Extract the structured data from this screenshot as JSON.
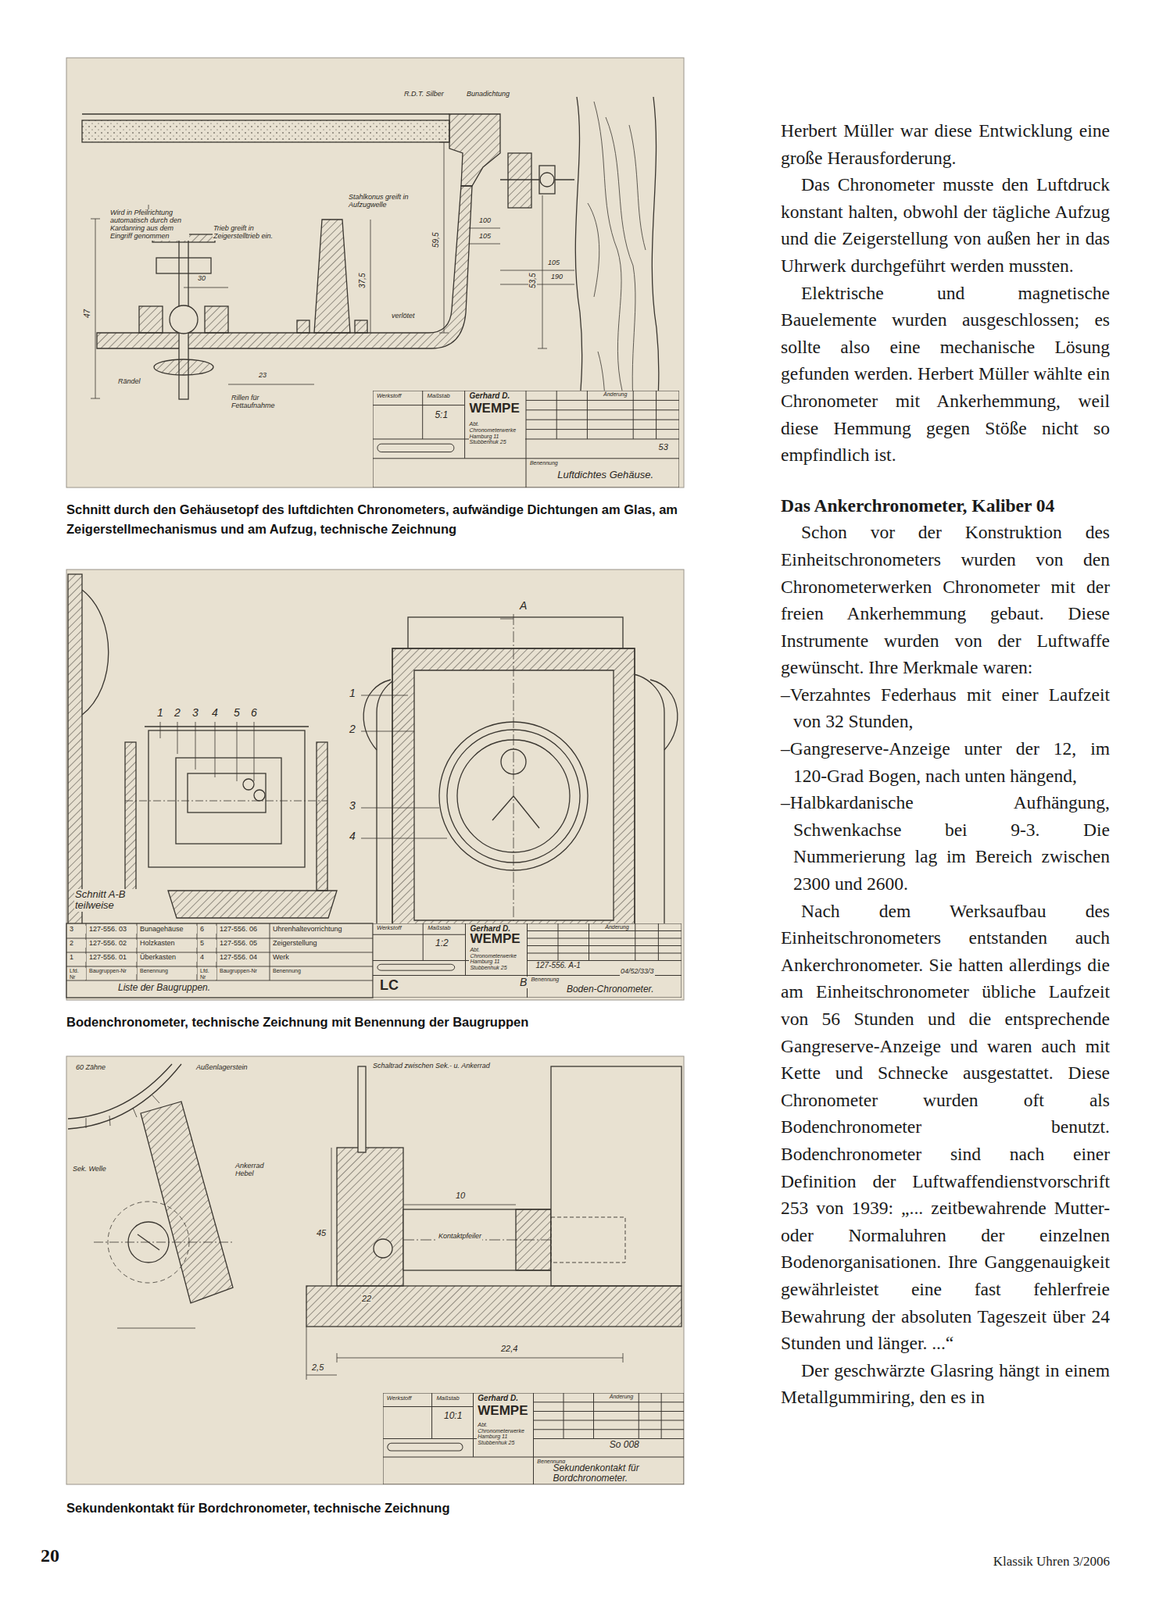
{
  "diagram": {
    "labels": [
      "Herbert Müller war diese Entwicklung eine große Herausforderung.",
      "Das Chronometer musste den Luftdruck konstant halten, obwohl der tägliche Aufzug und die Zeigerstellung von außen her in das Uhrwerk durchgeführt werden mussten.",
      "Elektrische und magnetische Bauelemente wurden ausgeschlossen; es sollte also eine mechanische Lösung gefunden werden. Herbert Müller wählte ein Chronometer mit Ankerhemmung, weil diese Hemmung gegen Stöße nicht so empfindlich ist.",
      "Das Ankerchronometer, Kaliber 04",
      "Schon vor der Konstruktion des Einheitschronometers wurden von den Chronometerwerken Chronometer mit der freien Ankerhemmung gebaut. Diese Instrumente wurden von der Luftwaffe gewünscht. Ihre Merkmale waren:",
      "–Verzahntes Federhaus mit einer Laufzeit von 32 Stunden,",
      "–Gangreserve-Anzeige unter der 12, im 120-Grad Bogen, nach unten hängend,",
      "–Halbkardanische Aufhängung, Schwenkachse bei 9-3. Die Nummerierung lag im Bereich zwischen 2300 und 2600.",
      "Nach dem Werksaufbau des Einheitschronometers entstanden auch Ankerchronometer. Sie hatten allerdings die am Einheitschronometer übliche Laufzeit von 56 Stunden und die entsprechende Gangreserve-Anzeige und waren auch mit Kette und Schnecke ausgestattet. Diese Chronometer wurden oft als Bodenchronometer benutzt. Bodenchronometer sind nach einer Definition der Luftwaffendienstvorschrift 253 von 1939: „... zeitbewahrende Mutter- oder Normaluhren der einzelnen Bodenorganisationen. Ihre Ganggenauigkeit gewährleistet eine fast fehlerfreie Bewahrung der absoluten Tageszeit über 24 Stunden und länger. ...“",
      "Der geschwärzte Glasring hängt in einem Metallgummiring, den es in",
      "Schnitt durch den Gehäusetopf des luftdichten Chronometers, aufwändige Dichtungen am Glas, am Zeigerstellmechanismus und am Aufzug, technische Zeichnung",
      "Bodenchronometer, technische Zeichnung mit Benennung der Baugruppen",
      "Sekundenkontakt für Bordchronometer, technische Zeichnung",
      "20",
      "Klassik Uhren 3/2006",
      "R.D.T. Silber",
      "Bunadichtung",
      "Wird in Pfeilrichtung automatisch durch den Kardanring aus dem Eingriff genommen",
      "Trieb greift in Zeigerstelltrieb ein.",
      "Stahlkonus greift in Aufzugwelle",
      "100",
      "105",
      "59,5",
      "53,5",
      "105",
      "190",
      "47",
      "30",
      "37,5",
      "verlötet",
      "Rändel",
      "Rillen für Fettaufnahme",
      "23",
      "Werkstoff",
      "Maßstab",
      "5:1",
      "Gerhard D.",
      "WEMPE",
      "Abt. Chronometerwerke Hamburg 11 Stubbenhuk 25",
      "Änderung",
      "53",
      "Benennung",
      "Luftdichtes Gehäuse.",
      "1",
      "2",
      "3",
      "4",
      "5",
      "6",
      "Schnitt A-B teilweise",
      "A",
      "B",
      "1",
      "2",
      "3",
      "4",
      "3",
      "127-556. 03",
      "Bunagehäuse",
      "6",
      "127-556. 06",
      "Uhrenhaltevorrichtung",
      "2",
      "127-556. 02",
      "Holzkasten",
      "5",
      "127-556. 05",
      "Zeigerstellung",
      "1",
      "127-556. 01",
      "Überkasten",
      "4",
      "127-556. 04",
      "Werk",
      "Lfd. Nr",
      "Baugruppen-Nr",
      "Benennung",
      "Lfd. Nr",
      "Baugruppen-Nr",
      "Benennung",
      "Liste der Baugruppen.",
      "Werkstoff",
      "Maßstab",
      "1:2",
      "Gerhard D.",
      "WEMPE",
      "Abt. Chronometerwerke Hamburg 11 Stubbenhuk 25",
      "Änderung",
      "LC",
      "127-556. A-1",
      "04/52/33/3",
      "Benennung",
      "Boden-Chronometer.",
      "60 Zähne",
      "Außenlagerstein",
      "Sek. Welle",
      "Ankerrad Hebel",
      "Schaltrad zwischen Sek.- u. Ankerrad",
      "45",
      "10",
      "22",
      "Kontaktpfeiler",
      "2,5",
      "22,4",
      "Werkstoff",
      "Maßstab",
      "10:1",
      "Gerhard D.",
      "WEMPE",
      "Abt. Chronometerwerke Hamburg 11 Stubbenhuk 25",
      "Änderung",
      "So 008",
      "Benennung",
      "Sekundenkontakt für Bordchronometer."
    ]
  }
}
